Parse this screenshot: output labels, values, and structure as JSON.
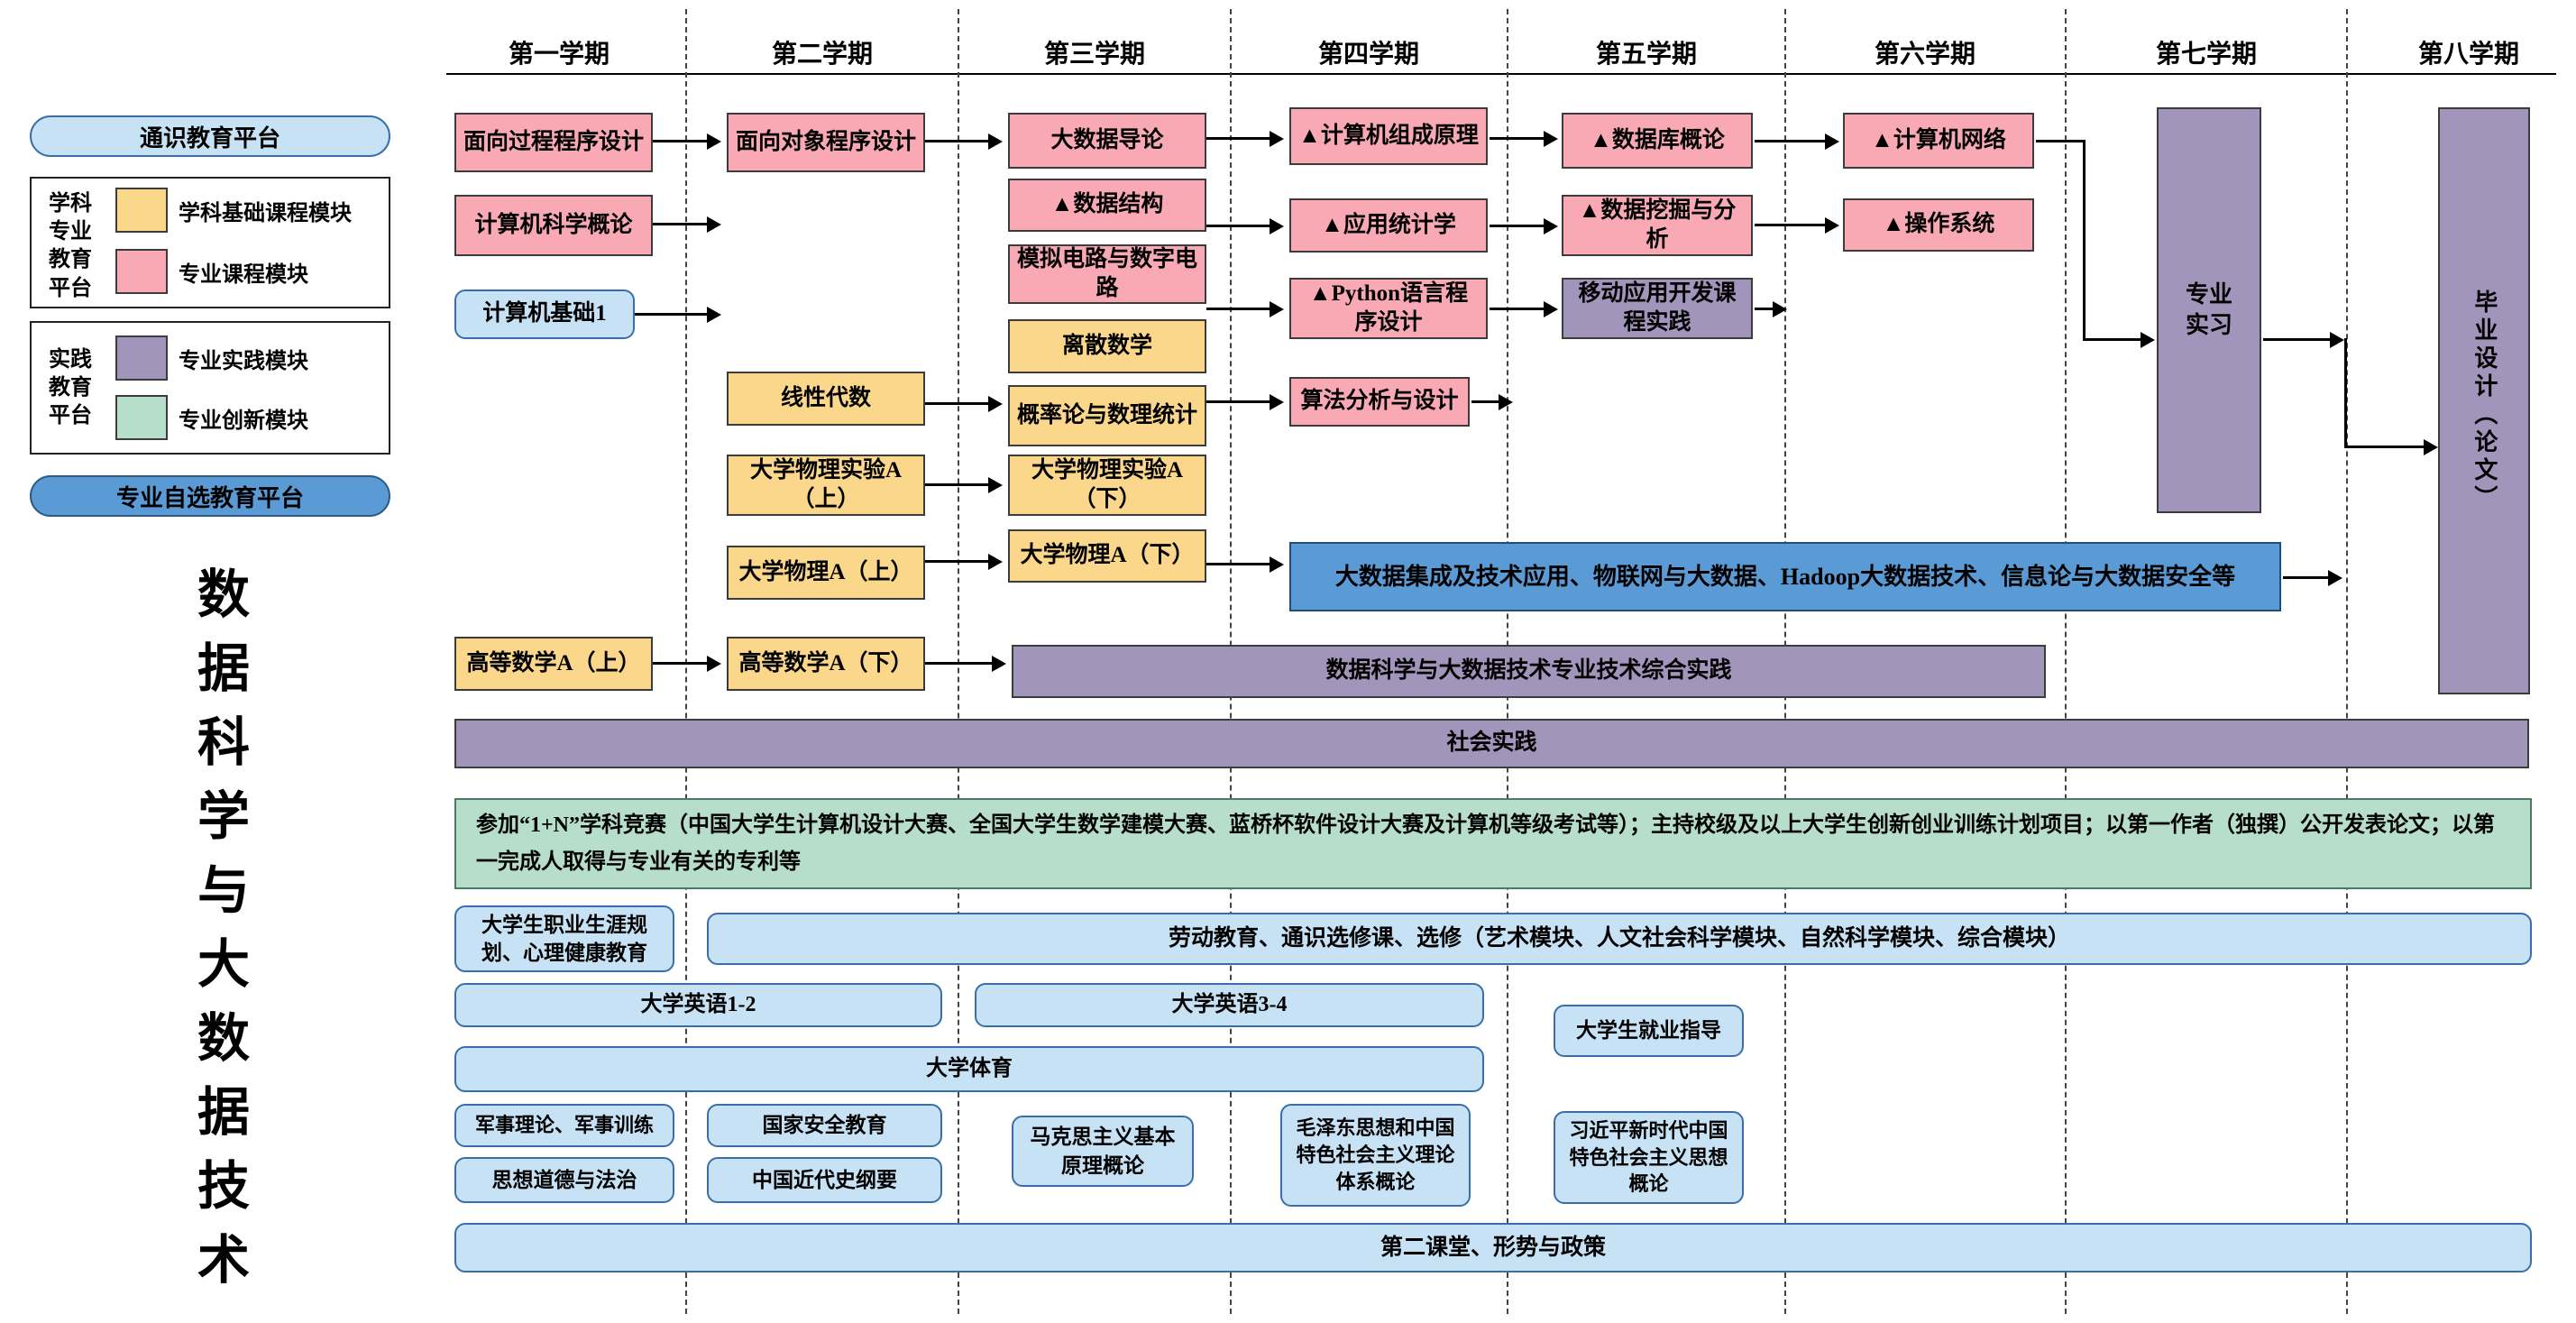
{
  "program_title": "数据科学与大数据技术",
  "semesters": [
    "第一学期",
    "第二学期",
    "第三学期",
    "第四学期",
    "第五学期",
    "第六学期",
    "第七学期",
    "第八学期"
  ],
  "legend": {
    "general_platform": "通识教育平台",
    "discipline_platform": "学科专业教育平台",
    "basic_module": "学科基础课程模块",
    "major_module": "专业课程模块",
    "practice_platform": "实践教育平台",
    "practice_module": "专业实践模块",
    "innovation_module": "专业创新模块",
    "elective_platform": "专业自选教育平台"
  },
  "colors": {
    "basic_module": "#FBD78B",
    "major_module": "#F8A9B4",
    "practice_module": "#A295BC",
    "innovation_module": "#B7DECB",
    "general_platform": "#C7E2F5",
    "elective_platform": "#5B9BD5"
  },
  "courses": {
    "proc_programming": "面向过程程序设计",
    "cs_intro": "计算机科学概论",
    "computer_basics": "计算机基础1",
    "adv_math_1": "高等数学A（上）",
    "oop_programming": "面向对象程序设计",
    "linear_algebra": "线性代数",
    "physics_lab_1": "大学物理实验A（上）",
    "physics_1": "大学物理A（上）",
    "adv_math_2": "高等数学A（下）",
    "bigdata_intro": "大数据导论",
    "data_structures": "▲数据结构",
    "circuits": "模拟电路与数字电路",
    "discrete_math": "离散数学",
    "probability": "概率论与数理统计",
    "physics_lab_2": "大学物理实验A（下）",
    "physics_2": "大学物理A（下）",
    "computer_org": "▲计算机组成原理",
    "applied_stats": "▲应用统计学",
    "python": "▲Python语言程序设计",
    "algorithms": "算法分析与设计",
    "database": "▲数据库概论",
    "data_mining": "▲数据挖掘与分析",
    "mobile_dev": "移动应用开发课程实践",
    "networks": "▲计算机网络",
    "os": "▲操作系统",
    "internship": "专业实习",
    "thesis": "毕业设计（论文）"
  },
  "bars": {
    "elective_courses": "大数据集成及技术应用、物联网与大数据、Hadoop大数据技术、信息论与大数据安全等",
    "comprehensive_practice": "数据科学与大数据技术专业技术综合实践",
    "social_practice": "社会实践",
    "innovation_activities": "参加“1+N”学科竞赛（中国大学生计算机设计大赛、全国大学生数学建模大赛、蓝桥杯软件设计大赛及计算机等级考试等）；主持校级及以上大学生创新创业训练计划项目；以第一作者（独撰）公开发表论文；以第一完成人取得与专业有关的专利等"
  },
  "general_courses": {
    "career_planning": "大学生职业生涯规划、心理健康教育",
    "labor_education": "劳动教育、通识选修课、选修（艺术模块、人文社会科学模块、自然科学模块、综合模块）",
    "english_1_2": "大学英语1-2",
    "english_3_4": "大学英语3-4",
    "employment_guidance": "大学生就业指导",
    "pe": "大学体育",
    "military": "军事理论、军事训练",
    "national_security": "国家安全教育",
    "marxism": "马克思主义基本原理概论",
    "mao_thought": "毛泽东思想和中国特色社会主义理论体系概论",
    "xi_thought": "习近平新时代中国特色社会主义思想概论",
    "ethics_law": "思想道德与法治",
    "modern_history": "中国近代史纲要",
    "second_classroom": "第二课堂、形势与政策"
  }
}
